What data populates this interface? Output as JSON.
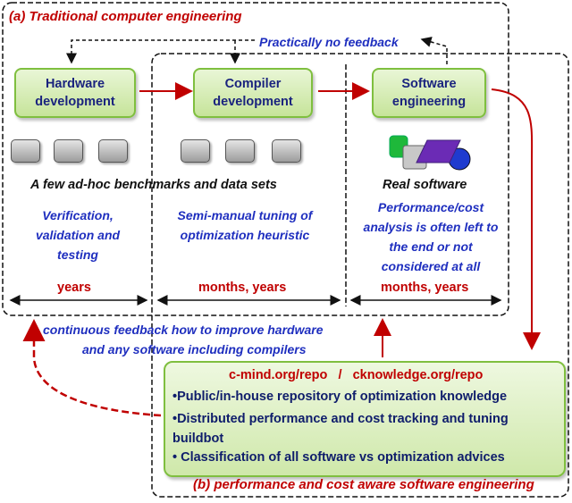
{
  "section_a_title": "(a) Traditional computer engineering",
  "section_b_title": "(b) performance and cost aware software engineering",
  "no_feedback_label": "Practically no feedback",
  "stages": [
    {
      "title": "Hardware development",
      "period": "years",
      "activity": "Verification, validation and testing"
    },
    {
      "title": "Compiler development",
      "period": "months, years",
      "activity": "Semi-manual tuning of optimization heuristic"
    },
    {
      "title": "Software engineering",
      "period": "months, years",
      "activity": "Performance/cost analysis is often left to the end or not considered at all"
    }
  ],
  "benchmarks_label": "A few ad-hoc  benchmarks and data sets",
  "real_software_label": "Real software",
  "feedback_label_line1": "continuous feedback how to improve hardware",
  "feedback_label_line2": "and any software including compilers",
  "repo": {
    "title": "c-mind.org/repo   /   cknowledge.org/repo",
    "bullets": [
      "Public/in-house repository  of optimization knowledge",
      "Distributed performance and cost tracking and tuning buildbot",
      "Classification of all software vs optimization advices"
    ]
  },
  "colors": {
    "red": "#c00000",
    "blue": "#1f2fbf",
    "green_border": "#7fbf3f"
  },
  "icons": [
    "benchmark-chip-icon",
    "real-software-shapes-icon"
  ]
}
